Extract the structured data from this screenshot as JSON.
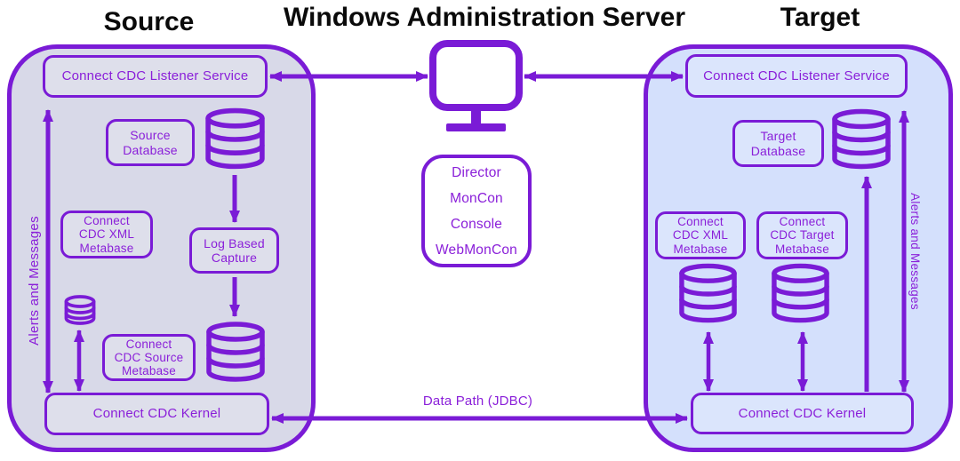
{
  "titles": {
    "source": "Source",
    "main": "Windows Administration Server",
    "target": "Target"
  },
  "colors": {
    "stroke": "#7a1bd6",
    "text": "#8a1fd9",
    "title": "#0a0a0a",
    "source-panel-fill": "#d8d9e8",
    "target-panel-fill": "#d4e0fc"
  },
  "source": {
    "listener": "Connect CDC Listener Service",
    "database": "Source\nDatabase",
    "xml_metabase": "Connect\nCDC XML\nMetabase",
    "log_based_capture": "Log Based\nCapture",
    "source_metabase": "Connect\nCDC Source\nMetabase",
    "kernel": "Connect CDC Kernel",
    "alerts": "Alerts and Messages"
  },
  "admin_server": {
    "console_items": [
      "Director",
      "MonCon",
      "Console",
      "WebMonCon"
    ]
  },
  "target": {
    "listener": "Connect CDC Listener Service",
    "database": "Target\nDatabase",
    "xml_metabase": "Connect\nCDC XML\nMetabase",
    "target_metabase": "Connect\nCDC Target\nMetabase",
    "kernel": "Connect CDC Kernel",
    "alerts": "Alerts and Messages"
  },
  "connections": {
    "data_path": "Data Path (JDBC)"
  },
  "icons": {
    "admin_server": "monitor-icon",
    "database": "database-cylinder-icon"
  }
}
